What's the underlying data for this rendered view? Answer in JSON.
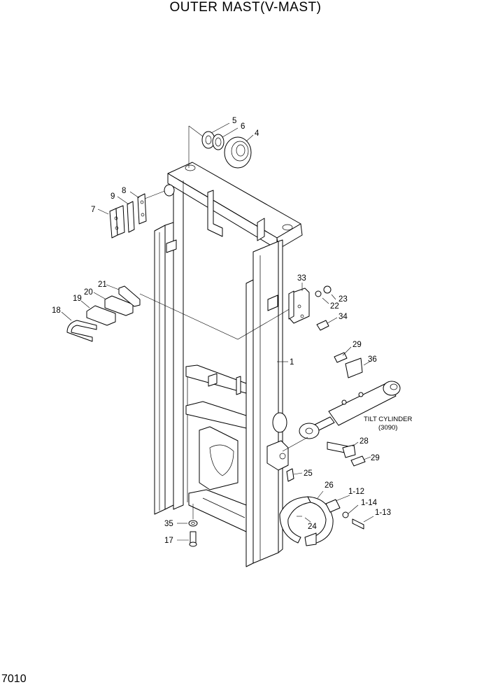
{
  "title": "OUTER MAST(V-MAST)",
  "page_number": "7010",
  "callouts": {
    "c1": "1",
    "c4": "4",
    "c5": "5",
    "c6": "6",
    "c7": "7",
    "c8": "8",
    "c9": "9",
    "c17": "17",
    "c18": "18",
    "c19": "19",
    "c20": "20",
    "c21": "21",
    "c22": "22",
    "c23": "23",
    "c24": "24",
    "c25": "25",
    "c26": "26",
    "c28": "28",
    "c29a": "29",
    "c29b": "29",
    "c33": "33",
    "c34": "34",
    "c35": "35",
    "c36": "36",
    "c1_12": "1-12",
    "c1_13": "1-13",
    "c1_14": "1-14"
  },
  "tilt_cylinder": {
    "label": "TILT CYLINDER",
    "ref": "(3090)"
  }
}
